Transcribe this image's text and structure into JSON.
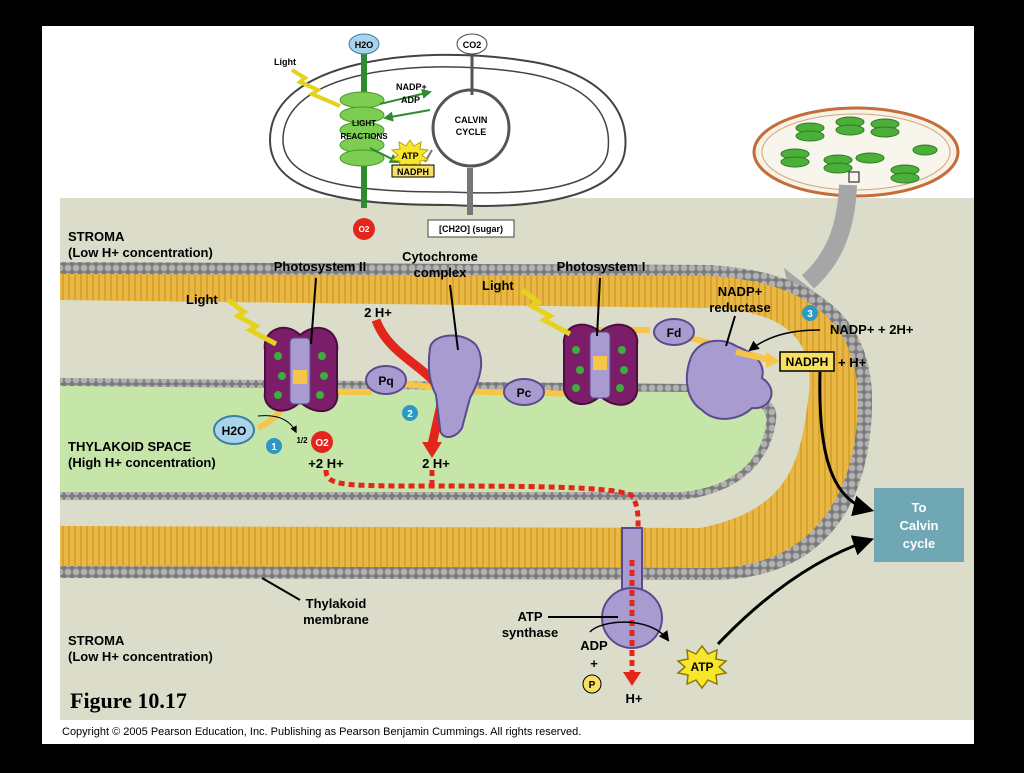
{
  "colors": {
    "page_bg": "#000000",
    "panel_bg": "#ffffff",
    "stroma_bg": "#dcdccb",
    "lumen": "#c6e6a9",
    "membrane_yellow": "#e9b743",
    "lipid_head": "#8d8d8d",
    "protein": "#a89bd0",
    "photosystem": "#7b1d68",
    "chloro_green": "#3cae3c",
    "arrow_red": "#e3261b",
    "arrow_yellow": "#f7c548",
    "calvin_box": "#6fa7b5",
    "step_badge": "#2b98c6"
  },
  "icons": [
    "lightning-bolt-icon",
    "chloroplast-icon",
    "thylakoid-stack-icon",
    "atp-starburst-icon"
  ],
  "overview": {
    "h2o": "H2O",
    "co2": "CO2",
    "light": "Light",
    "nadp_plus": "NADP+",
    "adp": "ADP",
    "light_reactions_1": "LIGHT",
    "light_reactions_2": "REACTIONS",
    "calvin_1": "CALVIN",
    "calvin_2": "CYCLE",
    "atp": "ATP",
    "nadph": "NADPH",
    "o2": "O2",
    "sugar": "[CH2O] (sugar)"
  },
  "labels": {
    "stroma_top_1": "STROMA",
    "stroma_top_2": "(Low H+ concentration)",
    "photosystem_ii": "Photosystem II",
    "cytochrome_1": "Cytochrome",
    "cytochrome_2": "complex",
    "photosystem_i": "Photosystem I",
    "nadp_reductase_1": "NADP+",
    "nadp_reductase_2": "reductase",
    "light_left": "Light",
    "light_right": "Light",
    "two_h_top": "2 H+",
    "pq": "Pq",
    "pc": "Pc",
    "fd": "Fd",
    "nadp_2h": "NADP+ + 2H+",
    "nadph": "NADPH",
    "plus_h": "+ H+",
    "h2o": "H2O",
    "half_o2": "1/2",
    "o2": "O2",
    "plus_2h": "+2 H+",
    "two_h_lumen": "2 H+",
    "thylakoid_space_1": "THYLAKOID SPACE",
    "thylakoid_space_2": "(High H+ concentration)",
    "thylakoid_membrane_1": "Thylakoid",
    "thylakoid_membrane_2": "membrane",
    "atp_synthase_1": "ATP",
    "atp_synthase_2": "synthase",
    "adp": "ADP",
    "plus": "+",
    "pi": "P",
    "h_plus": "H+",
    "atp": "ATP",
    "to_calvin_1": "To",
    "to_calvin_2": "Calvin",
    "to_calvin_3": "cycle",
    "stroma_bottom_1": "STROMA",
    "stroma_bottom_2": "(Low H+ concentration)",
    "figure": "Figure 10.17",
    "step_1": "1",
    "step_2": "2",
    "step_3": "3"
  },
  "copyright": "Copyright © 2005 Pearson Education, Inc. Publishing as Pearson Benjamin Cummings. All rights reserved."
}
